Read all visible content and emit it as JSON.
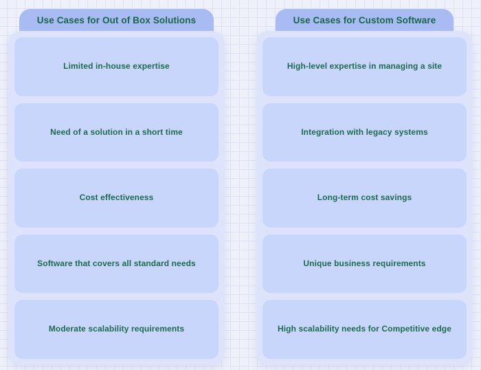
{
  "page": {
    "background_color": "#eef0fa",
    "grid_line_color": "#dde2f4"
  },
  "colors": {
    "header_bg": "#a9bbf3",
    "column_bg": "#dce3fb",
    "card_bg": "#c9d6fb",
    "text_green": "#1d6a50"
  },
  "columns": [
    {
      "title": "Use Cases for Out of Box Solutions",
      "items": [
        "Limited in-house expertise",
        "Need of a solution in a short time",
        "Cost effectiveness",
        "Software that covers all standard needs",
        "Moderate scalability requirements"
      ]
    },
    {
      "title": "Use Cases for Custom Software",
      "items": [
        "High-level expertise in managing a site",
        "Integration with legacy systems",
        "Long-term cost savings",
        "Unique business requirements",
        "High scalability needs for Competitive edge"
      ]
    }
  ]
}
